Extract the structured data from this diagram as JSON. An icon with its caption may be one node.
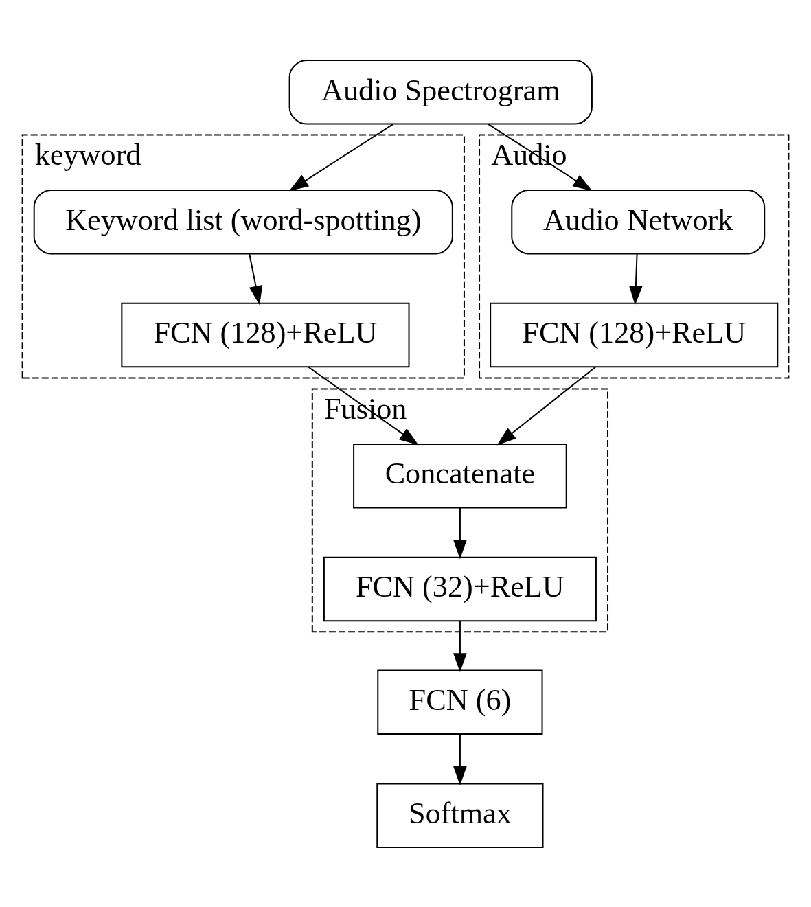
{
  "diagram": {
    "nodes": [
      {
        "text": [
          "Audio Spectrogram"
        ]
      },
      {
        "text": [
          "keyword"
        ]
      },
      {
        "text": [
          "Keyword list (word-spotting)"
        ],
        "in": 1
      },
      {
        "text": [
          "FCN (128)+ReLU"
        ],
        "in": 1
      },
      {
        "text": [
          "Audio"
        ]
      },
      {
        "text": [
          "Audio Network"
        ],
        "in": 4
      },
      {
        "text": [
          "FCN (128)+ReLU"
        ],
        "in": 4
      },
      {
        "text": [
          "Fusion"
        ]
      },
      {
        "text": [
          "Concatenate"
        ],
        "in": 7
      },
      {
        "text": [
          "FCN (32)+ReLU"
        ],
        "in": 7
      },
      {
        "text": [
          "FCN (6)"
        ]
      },
      {
        "text": [
          "Softmax"
        ]
      }
    ],
    "edges": [
      {
        "from": 0,
        "to": 2,
        "arrow": "to"
      },
      {
        "from": 0,
        "to": 5,
        "arrow": "to"
      },
      {
        "from": 2,
        "to": 3,
        "arrow": "to"
      },
      {
        "from": 5,
        "to": 6,
        "arrow": "to"
      },
      {
        "from": 3,
        "to": 8,
        "arrow": "to"
      },
      {
        "from": 6,
        "to": 8,
        "arrow": "to"
      },
      {
        "from": 8,
        "to": 9,
        "arrow": "to"
      },
      {
        "from": 9,
        "to": 10,
        "arrow": "to"
      },
      {
        "from": 10,
        "to": 11,
        "arrow": "to"
      }
    ]
  }
}
